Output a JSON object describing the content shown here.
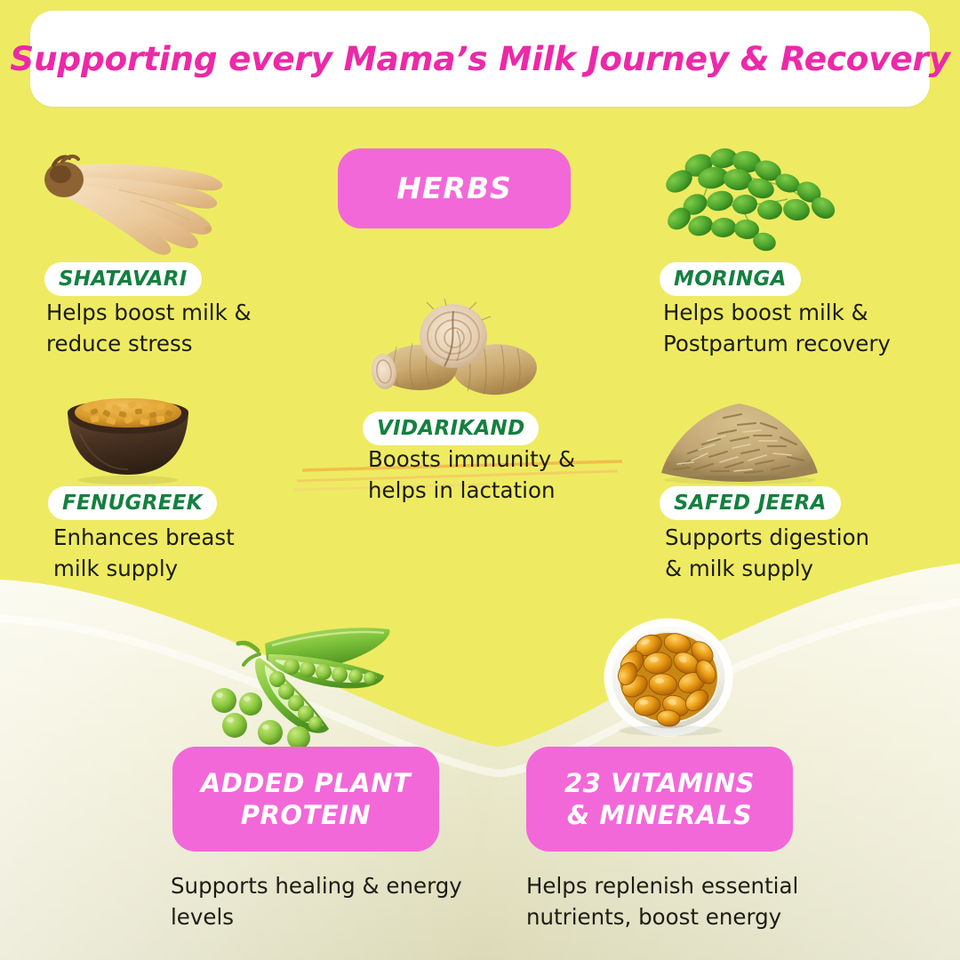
{
  "header": {
    "title": "Supporting every Mama’s Milk Journey & Recovery"
  },
  "section_badges": {
    "herbs": "HERBS",
    "plant_protein_line1": "ADDED PLANT",
    "plant_protein_line2": "PROTEIN",
    "vitamins_line1": "23 VITAMINS",
    "vitamins_line2": "& MINERALS"
  },
  "herbs": [
    {
      "name": "SHATAVARI",
      "description": "Helps boost milk &\nreduce stress",
      "image": "shatavari-roots-photo"
    },
    {
      "name": "MORINGA",
      "description": "Helps boost milk &\nPostpartum recovery",
      "image": "moringa-leaves-photo"
    },
    {
      "name": "VIDARIKAND",
      "description": "Boosts immunity &\nhelps in lactation",
      "image": "vidarikand-root-photo"
    },
    {
      "name": "FENUGREEK",
      "description": "Enhances  breast\nmilk supply",
      "image": "fenugreek-seeds-bowl-photo"
    },
    {
      "name": "SAFED JEERA",
      "description": "Supports  digestion\n& milk supply",
      "image": "safed-jeera-seeds-photo"
    }
  ],
  "bottom_items": [
    {
      "name": "ADDED PLANT PROTEIN",
      "description": "Supports healing & energy\nlevels",
      "image": "pea-pods-photo"
    },
    {
      "name": "23 VITAMINS & MINERALS",
      "description": "Helps replenish essential\nnutrients, boost energy",
      "image": "vitamin-capsules-bowl-photo"
    }
  ],
  "colors": {
    "background_yellow": "#eeeb62",
    "background_milk": "#f7f5dc",
    "accent_pink": "#f368d8",
    "title_pink": "#ec29a8",
    "herb_name_green": "#14803f",
    "body_text": "#1c1c14",
    "pill_white": "#ffffff",
    "streak_orange": "#f0b43c"
  }
}
